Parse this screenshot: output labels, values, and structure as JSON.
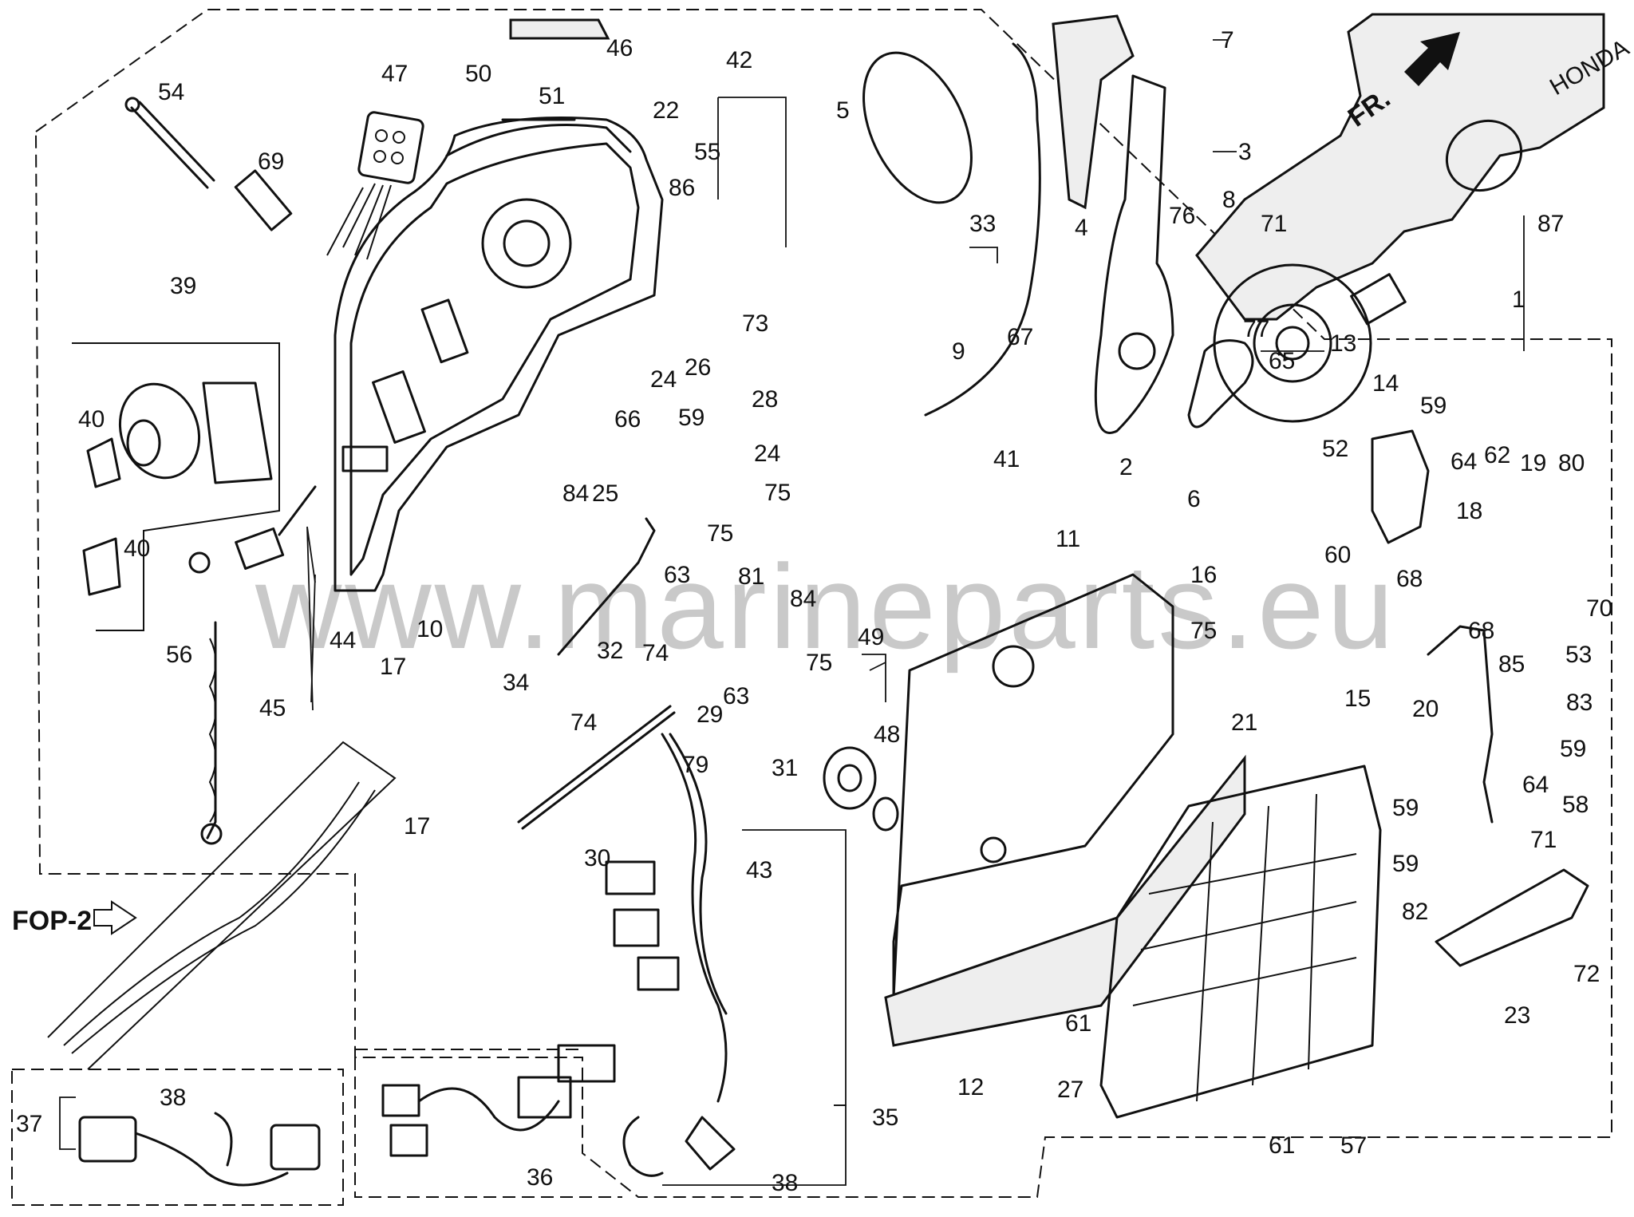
{
  "diagram": {
    "watermark": "www.marineparts.eu",
    "labels": {
      "fop2": "FOP-2",
      "fr": "FR.",
      "brand": "HONDA"
    },
    "callouts": {
      "p1": "1",
      "p2": "2",
      "p3": "3",
      "p4": "4",
      "p5": "5",
      "p6": "6",
      "p7": "7",
      "p8": "8",
      "p9": "9",
      "p10": "10",
      "p11": "11",
      "p12": "12",
      "p13": "13",
      "p14": "14",
      "p15": "15",
      "p16": "16",
      "p17": "17",
      "p18": "18",
      "p19": "19",
      "p20": "20",
      "p21": "21",
      "p22": "22",
      "p23": "23",
      "p24": "24",
      "p25": "25",
      "p26": "26",
      "p27": "27",
      "p28": "28",
      "p29": "29",
      "p30": "30",
      "p31": "31",
      "p32": "32",
      "p33": "33",
      "p34": "34",
      "p35": "35",
      "p36": "36",
      "p37": "37",
      "p38": "38",
      "p39": "39",
      "p40": "40",
      "p41": "41",
      "p42": "42",
      "p43": "43",
      "p44": "44",
      "p45": "45",
      "p46": "46",
      "p47": "47",
      "p48": "48",
      "p49": "49",
      "p50": "50",
      "p51": "51",
      "p52": "52",
      "p53": "53",
      "p54": "54",
      "p55": "55",
      "p56": "56",
      "p57": "57",
      "p58": "58",
      "p59": "59",
      "p60": "60",
      "p61": "61",
      "p62": "62",
      "p63": "63",
      "p64": "64",
      "p65": "65",
      "p66": "66",
      "p67": "67",
      "p68": "68",
      "p69": "69",
      "p70": "70",
      "p71": "71",
      "p72": "72",
      "p73": "73",
      "p74": "74",
      "p75": "75",
      "p76": "76",
      "p77": "77",
      "p79": "79",
      "p80": "80",
      "p81": "81",
      "p82": "82",
      "p83": "83",
      "p84": "84",
      "p85": "85",
      "p86": "86",
      "p87": "87"
    }
  }
}
